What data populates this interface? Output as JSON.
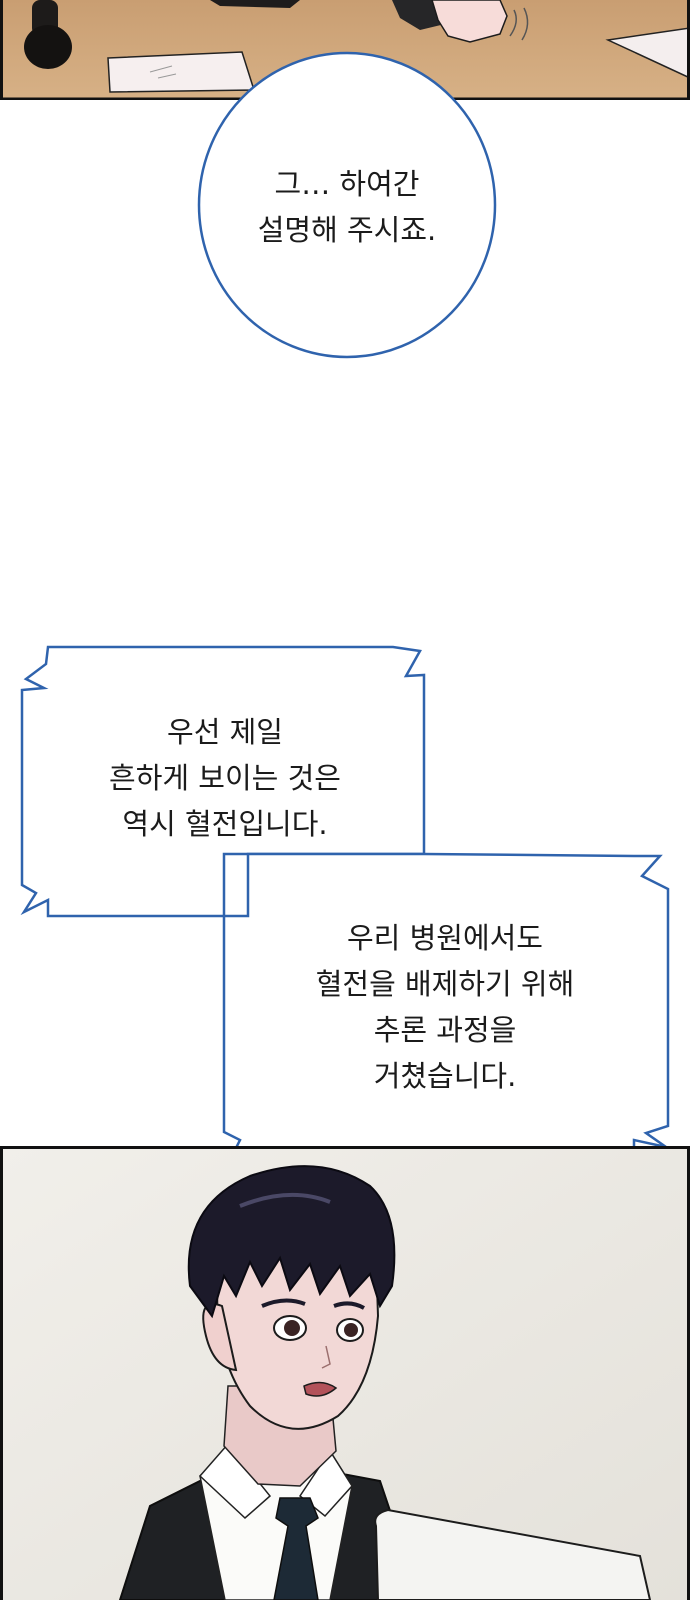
{
  "bubbles": [
    {
      "id": "bubble-1",
      "lines": [
        "그… 하여간",
        "설명해 주시죠."
      ]
    },
    {
      "id": "bubble-2",
      "lines": [
        "우선 제일",
        "흔하게 보이는 것은",
        "역시 혈전입니다."
      ]
    },
    {
      "id": "bubble-3",
      "lines": [
        "우리 병원에서도",
        "혈전을 배제하기 위해",
        "추론 과정을",
        "거쳤습니다."
      ]
    }
  ],
  "colors": {
    "bubble_outline": "#2f63ad",
    "panel_border": "#111111",
    "desk": "#d2ab80",
    "hair": "#1c1a2a",
    "skin": "#f2d8d6",
    "suit": "#1f2124",
    "tie": "#1d2a36"
  }
}
